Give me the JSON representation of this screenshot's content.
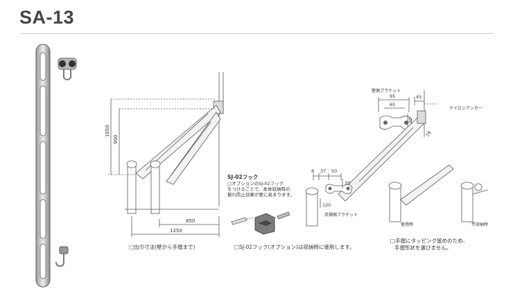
{
  "title": "SA-13",
  "figure1": {
    "dim_height_total": "1050",
    "dim_height_inner": "900",
    "dim_width_inner": "850",
    "dim_width_total": "1250",
    "caption": "□出巾寸法(壁から手摺まで)"
  },
  "figure2": {
    "heading": "SJ-02フック",
    "note_line1": "□オプションのSJ-02フック",
    "note_line2": "をつけることで、本体収納時の",
    "note_line3": "振れ防止効果が更に高まります。",
    "caption": "□SJ-02フック(オプション)は収納時に使用します。"
  },
  "figure3": {
    "label_wall_bracket": "壁側ブラケット",
    "label_nylon_anchor": "ナイロンアンカー",
    "label_rail_bracket": "手摺側ブラケット",
    "dim_95": "95",
    "dim_65": "65",
    "dim_30_top": "30",
    "dim_45": "45",
    "dim_78": "78",
    "dim_8": "8",
    "dim_37": "37",
    "dim_50": "50",
    "dim_30_bottom": "30",
    "dim_120": "120",
    "label_in_use": "使用時",
    "label_stored": "竿収納時",
    "caption_line1": "□手摺にタッピング留めのため、",
    "caption_line2": "手摺形状を選びません。"
  },
  "colors": {
    "metal": "#8d8d8d",
    "metal_light": "#e2e2e2",
    "line": "#555555"
  }
}
